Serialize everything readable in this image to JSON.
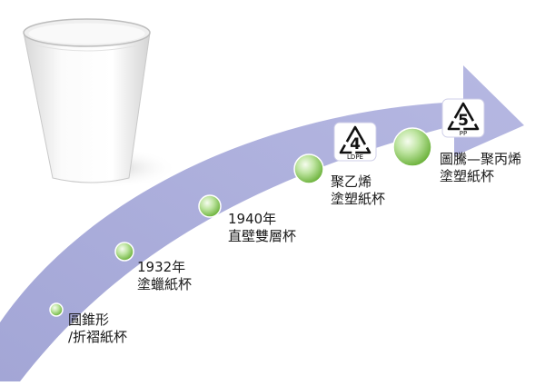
{
  "milestones": [
    {
      "lines": [
        "圓錐形",
        "/折褶紙杯"
      ]
    },
    {
      "lines": [
        "1932年",
        "塗蠟紙杯"
      ]
    },
    {
      "lines": [
        "1940年",
        "直壁雙層杯"
      ]
    },
    {
      "lines": [
        "聚乙烯",
        "塗塑紙杯"
      ],
      "recycle_symbol": {
        "number": "4",
        "code": "LDPE"
      }
    },
    {
      "lines": [
        "圖騰—聚丙烯",
        "塗塑紙杯"
      ],
      "recycle_symbol": {
        "number": "5",
        "code": "PP"
      }
    }
  ],
  "colors": {
    "arrow": "#a9acdb",
    "node_outer": "#bfe5a2",
    "node_inner": "#7fc04e",
    "cup": "#f2f2f2"
  }
}
